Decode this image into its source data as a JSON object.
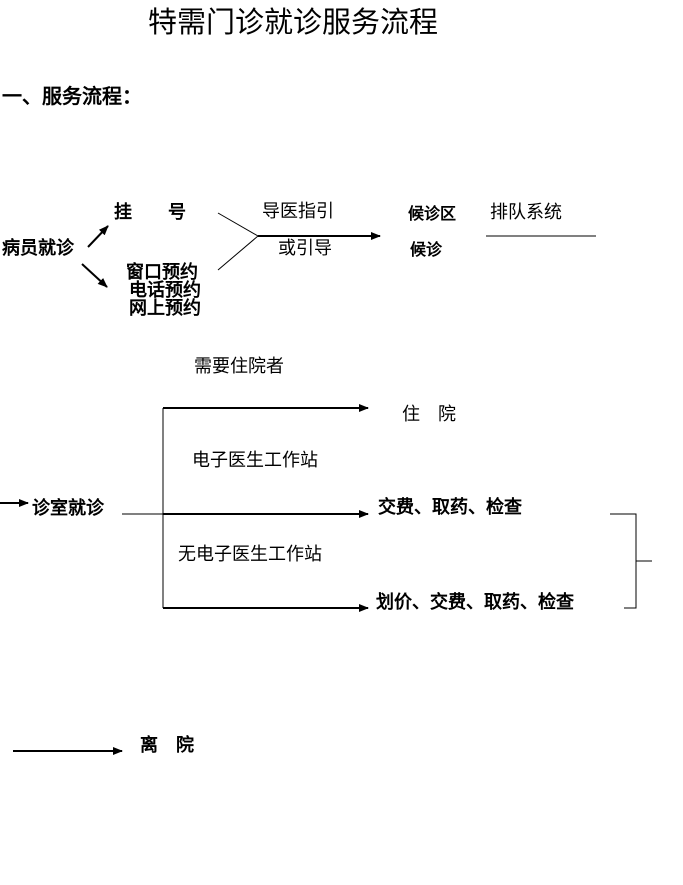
{
  "title": "特需门诊就诊服务流程",
  "section_heading": "一、服务流程：",
  "flow": {
    "patient": "病员就诊",
    "register": "挂　　号",
    "reservations": [
      "窗口预约",
      "电话预约",
      "网上预约"
    ],
    "guide": "导医指引",
    "or_guide": "或引导",
    "waiting_area": "候诊区",
    "waiting": "候诊",
    "queue_system": "排队系统"
  },
  "branches": {
    "consult": "诊室就诊",
    "need_admission": "需要住院者",
    "admission": "住　院",
    "eds": "电子医生工作站",
    "pay_eds": "交费、取药、检查",
    "no_eds": "无电子医生工作站",
    "pay_no_eds": "划价、交费、取药、检查"
  },
  "discharge": "离　院"
}
